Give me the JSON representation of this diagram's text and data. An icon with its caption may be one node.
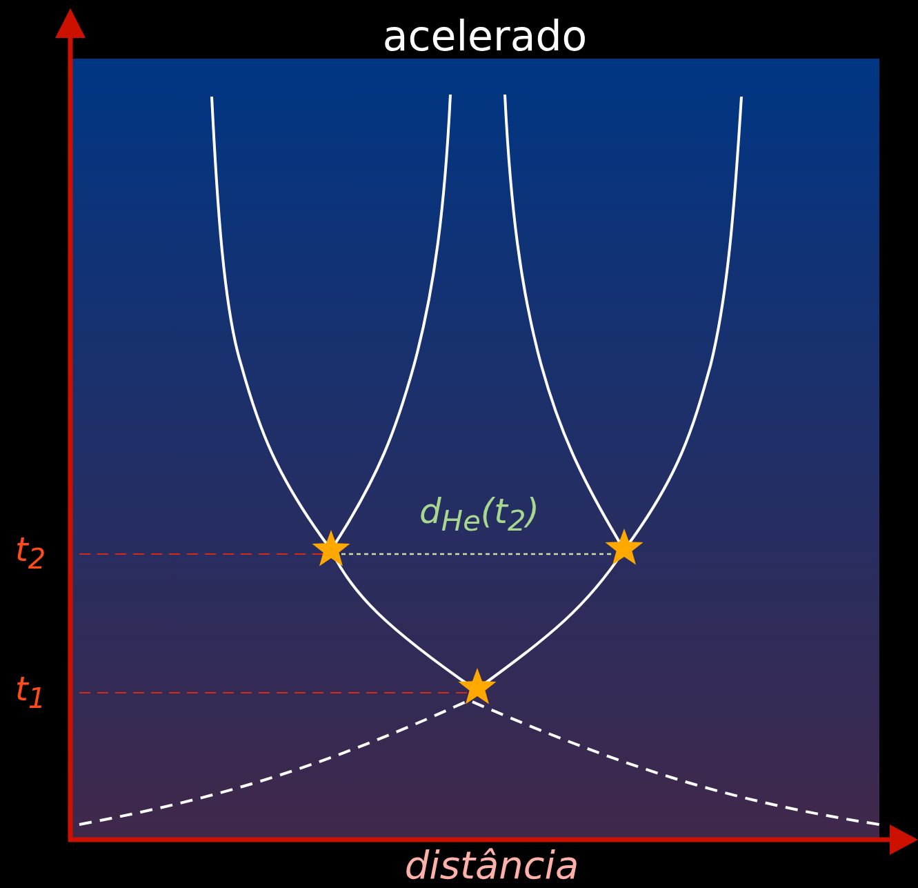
{
  "diagram": {
    "title": "acelerado",
    "labels": [
      "t$_{2}$",
      "t$_{1}$",
      "d$_{He}$(t$_{2}$)",
      "distância"
    ]
  }
}
